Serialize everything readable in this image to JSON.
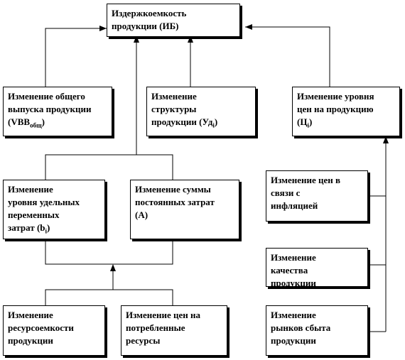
{
  "diagram": {
    "nodes": {
      "cost_intensity": {
        "line1": "Издержкоемкость",
        "line2": "продукции (ИБ)"
      },
      "total_output": {
        "line1": "Изменение общего",
        "line2": "выпуска продукции",
        "line3_main": "(VBB",
        "line3_sub": "общ",
        "line3_end": ")"
      },
      "structure": {
        "line1": "Изменение",
        "line2": "структуры",
        "line3_main": "продукции (Уд",
        "line3_sub": "i",
        "line3_end": ")"
      },
      "price_level": {
        "line1": "Изменение уровня",
        "line2": "цен на продукцию",
        "line3_main": "(Ц",
        "line3_sub": "i",
        "line3_end": ")"
      },
      "variable_costs": {
        "line1": "Изменение",
        "line2": "уровня удельных",
        "line3": "переменных",
        "line4_main": "затрат (b",
        "line4_sub": "i",
        "line4_end": ")"
      },
      "fixed_costs": {
        "line1": "Изменение суммы",
        "line2": "постоянных затрат",
        "line3": "(А)"
      },
      "inflation": {
        "line1": "Изменение цен в",
        "line2": "связи с",
        "line3": "инфляцией"
      },
      "quality": {
        "line1": "Изменение",
        "line2": "качества",
        "line3": "продукции"
      },
      "markets": {
        "line1": "Изменение",
        "line2": "рынков сбыта",
        "line3": "продукции"
      },
      "resource_intensity": {
        "line1": "Изменение",
        "line2": "ресурсоемкости",
        "line3": "продукции"
      },
      "resource_prices": {
        "line1": "Изменение цен на",
        "line2": "потребленные",
        "line3": "ресурсы"
      }
    }
  }
}
